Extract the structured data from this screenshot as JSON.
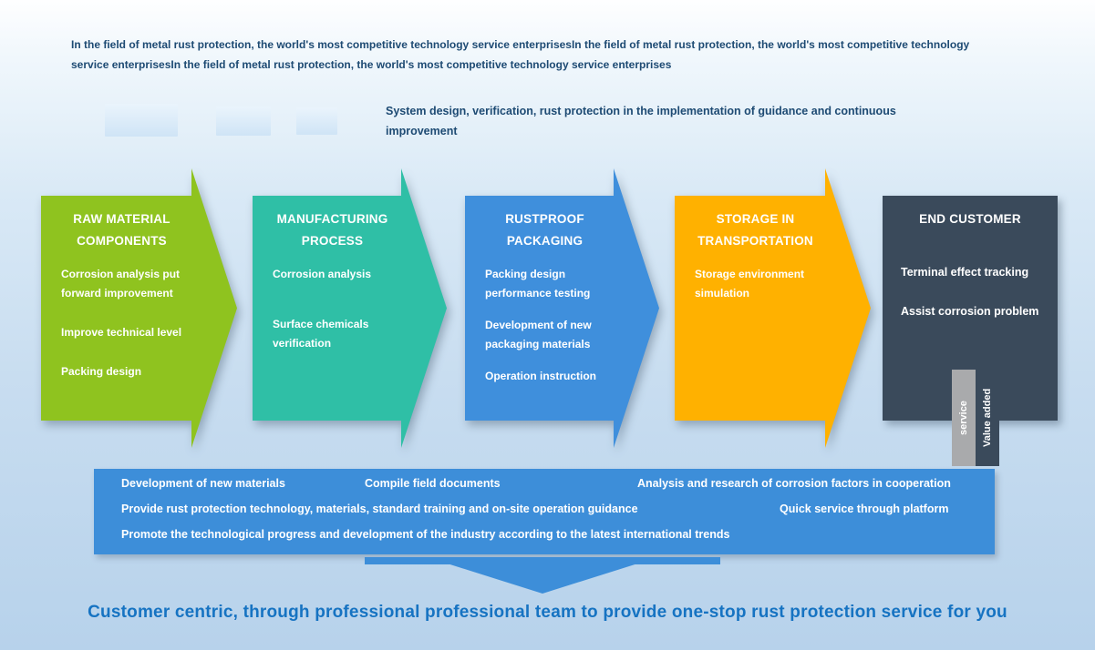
{
  "intro": {
    "text": "In the field of metal rust protection, the world's most competitive technology service enterprisesIn the field of metal rust protection, the world's most competitive technology service enterprisesIn the field of metal rust protection, the world's most competitive technology service enterprises"
  },
  "subtitle": {
    "text": "System design, verification, rust protection in the implementation of guidance and continuous improvement"
  },
  "stages": [
    {
      "title": "RAW MATERIAL COMPONENTS",
      "color": "#8FC31F",
      "items": [
        "Corrosion analysis put forward improvement",
        "Improve technical level",
        "Packing design"
      ]
    },
    {
      "title": "MANUFACTURING PROCESS",
      "color": "#2FBFA6",
      "items": [
        "Corrosion analysis",
        "Surface chemicals verification"
      ]
    },
    {
      "title": "RUSTPROOF PACKAGING",
      "color": "#3F8FDC",
      "items": [
        "Packing design performance testing",
        "Development of new packaging materials",
        "Operation instruction"
      ]
    },
    {
      "title": "STORAGE IN TRANSPORTATION",
      "color": "#FFB100",
      "items": [
        "Storage environment simulation"
      ]
    },
    {
      "title": "END CUSTOMER",
      "color": "#3A4A5B",
      "items": [
        "Terminal effect tracking",
        "Assist corrosion problem"
      ]
    }
  ],
  "value_added": {
    "label": "Value added\nservice"
  },
  "services_band": {
    "color": "#3D8ED9",
    "items": [
      "Development of new materials",
      "Compile field documents",
      "Analysis and research of corrosion factors in cooperation",
      "Provide rust protection technology, materials, standard training and on-site operation guidance",
      "Quick service through platform",
      "Promote the technological progress and development of the industry according to the latest international trends"
    ]
  },
  "footer": {
    "text": "Customer centric, through professional professional team to provide one-stop rust protection service for you",
    "color": "#1673C2"
  }
}
